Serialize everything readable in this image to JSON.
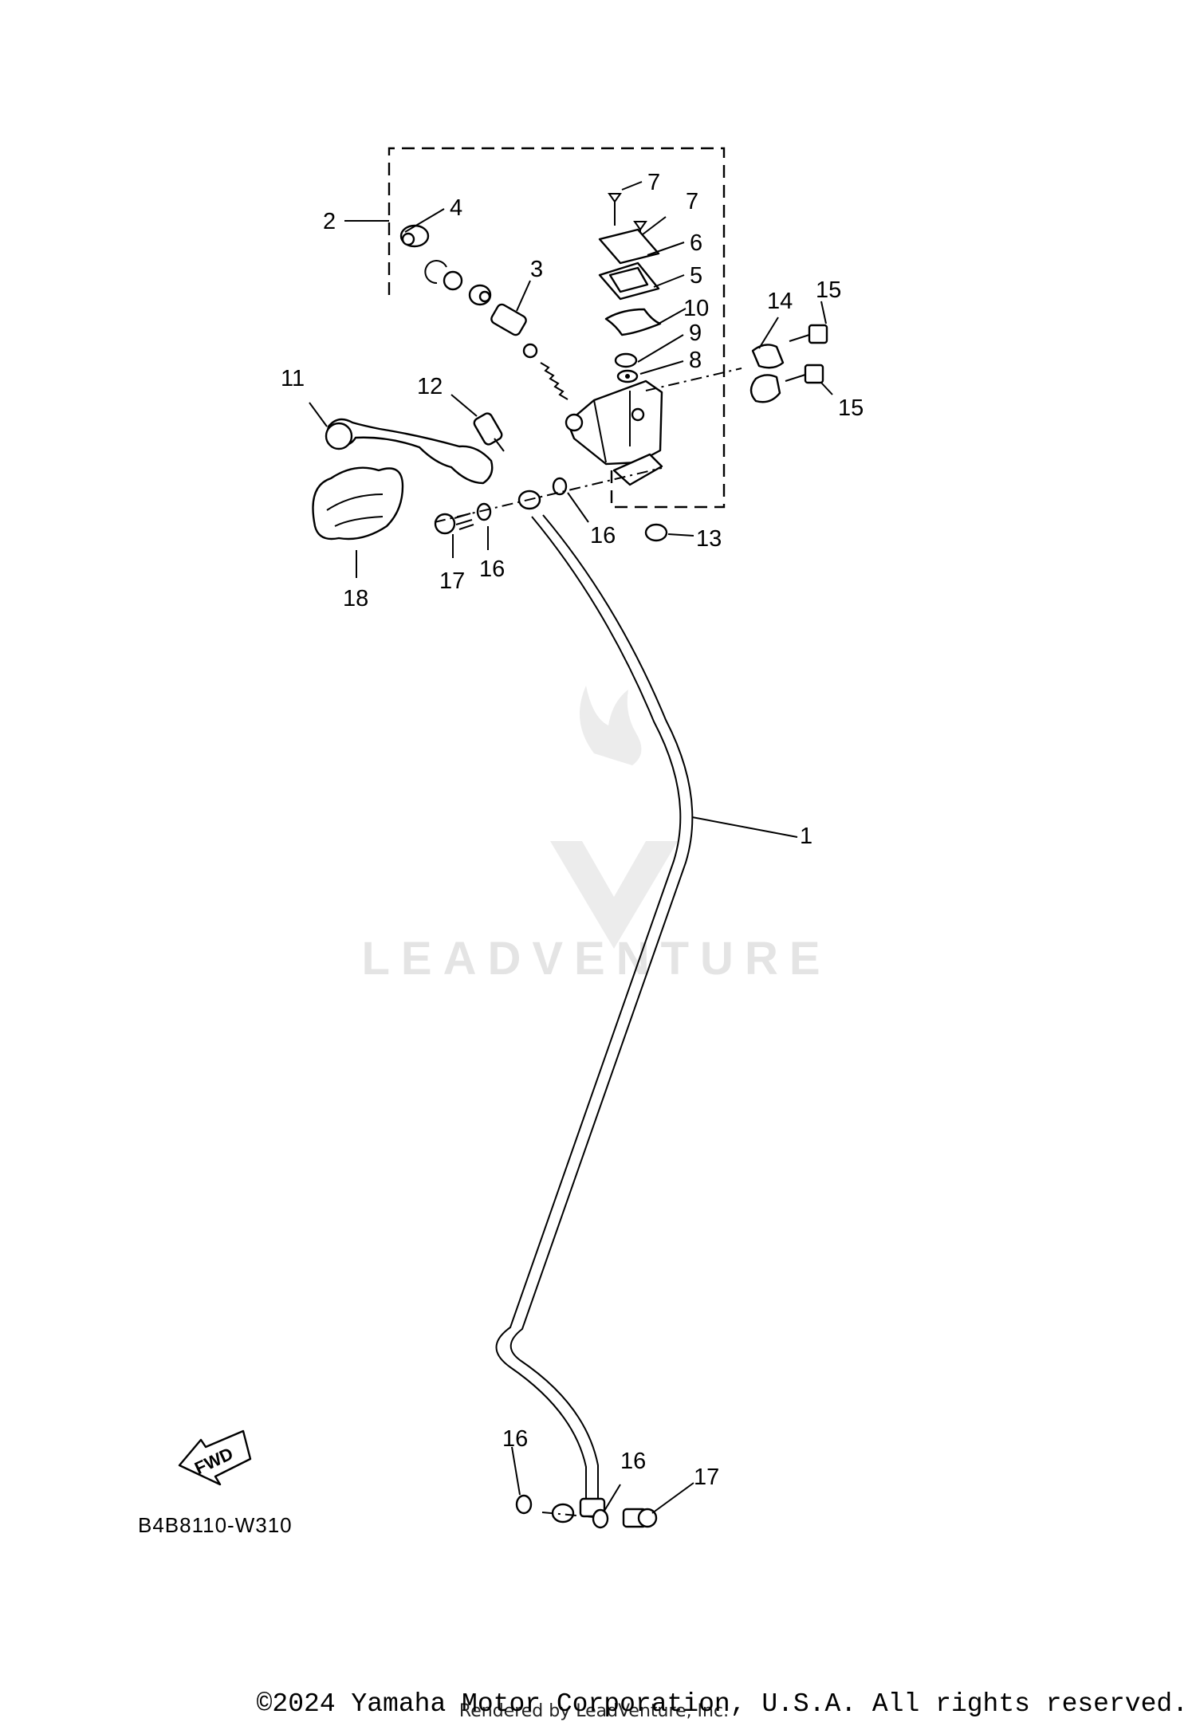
{
  "diagram": {
    "callouts": {
      "c1": "1",
      "c2": "2",
      "c3": "3",
      "c4": "4",
      "c5": "5",
      "c6": "6",
      "c7a": "7",
      "c7b": "7",
      "c8": "8",
      "c9": "9",
      "c10": "10",
      "c11": "11",
      "c12": "12",
      "c13": "13",
      "c14": "14",
      "c15a": "15",
      "c15b": "15",
      "c16a": "16",
      "c16b": "16",
      "c16c": "16",
      "c16d": "16",
      "c17a": "17",
      "c17b": "17",
      "c18": "18"
    },
    "fwd_label": "FWD",
    "diagram_code": "B4B8110-W310",
    "watermark": "LEADVENTURE",
    "copyright": "©2024 Yamaha Motor Corporation, U.S.A. All rights reserved.",
    "rendered_by": "Rendered by LeadVenture, Inc."
  }
}
